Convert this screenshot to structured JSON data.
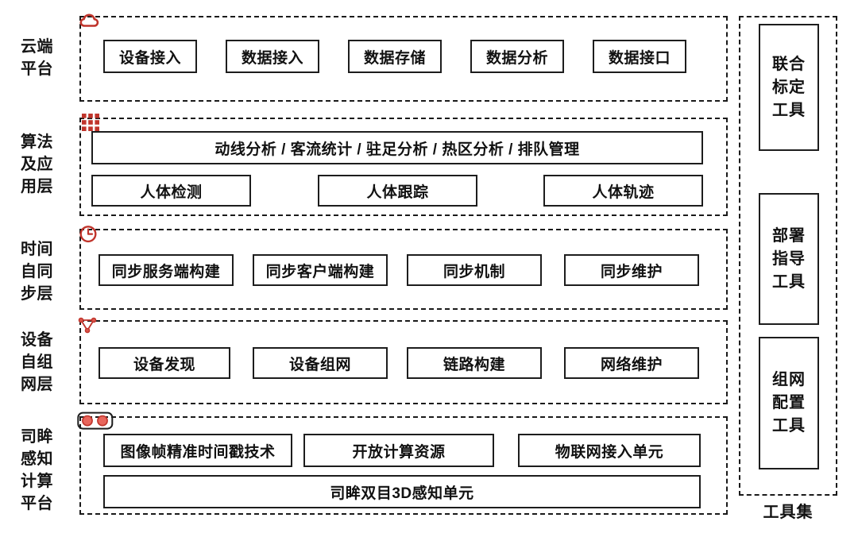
{
  "diagram": {
    "accent_color": "#c0342b",
    "line_color": "#1d1d1d",
    "background": "#ffffff",
    "layers": [
      {
        "id": "cloud-platform",
        "icon": "cloud-icon",
        "label_lines": [
          "云端",
          "平台"
        ],
        "rows": [
          {
            "cells": [
              "设备接入",
              "数据接入",
              "数据存储",
              "数据分析",
              "数据接口"
            ]
          }
        ]
      },
      {
        "id": "algorithm-application-layer",
        "icon": "grid-apps-icon",
        "label_lines": [
          "算法",
          "及应",
          "用层"
        ],
        "rows": [
          {
            "cells": [
              "动线分析 / 客流统计 / 驻足分析 / 热区分析 / 排队管理"
            ]
          },
          {
            "cells": [
              "人体检测",
              "人体跟踪",
              "人体轨迹"
            ]
          }
        ]
      },
      {
        "id": "time-self-sync-layer",
        "icon": "clock-icon",
        "label_lines": [
          "时间",
          "自同",
          "步层"
        ],
        "rows": [
          {
            "cells": [
              "同步服务端构建",
              "同步客户端构建",
              "同步机制",
              "同步维护"
            ]
          }
        ]
      },
      {
        "id": "device-self-networking-layer",
        "icon": "mesh-network-icon",
        "label_lines": [
          "设备",
          "自组",
          "网层"
        ],
        "rows": [
          {
            "cells": [
              "设备发现",
              "设备组网",
              "链路构建",
              "网络维护"
            ]
          }
        ]
      },
      {
        "id": "simu-perception-computing-platform",
        "icon": "binocular-camera-icon",
        "label_lines": [
          "司眸",
          "感知",
          "计算",
          "平台"
        ],
        "rows": [
          {
            "cells": [
              "图像帧精准时间戳技术",
              "开放计算资源",
              "物联网接入单元"
            ]
          },
          {
            "cells": [
              "司眸双目3D感知单元"
            ]
          }
        ]
      }
    ],
    "toolset": {
      "caption": "工具集",
      "tools": [
        {
          "id": "joint-calibration-tool",
          "lines": [
            "联合",
            "标定",
            "工具"
          ]
        },
        {
          "id": "deployment-guidance-tool",
          "lines": [
            "部署",
            "指导",
            "工具"
          ]
        },
        {
          "id": "networking-configuration-tool",
          "lines": [
            "组网",
            "配置",
            "工具"
          ]
        }
      ]
    }
  }
}
